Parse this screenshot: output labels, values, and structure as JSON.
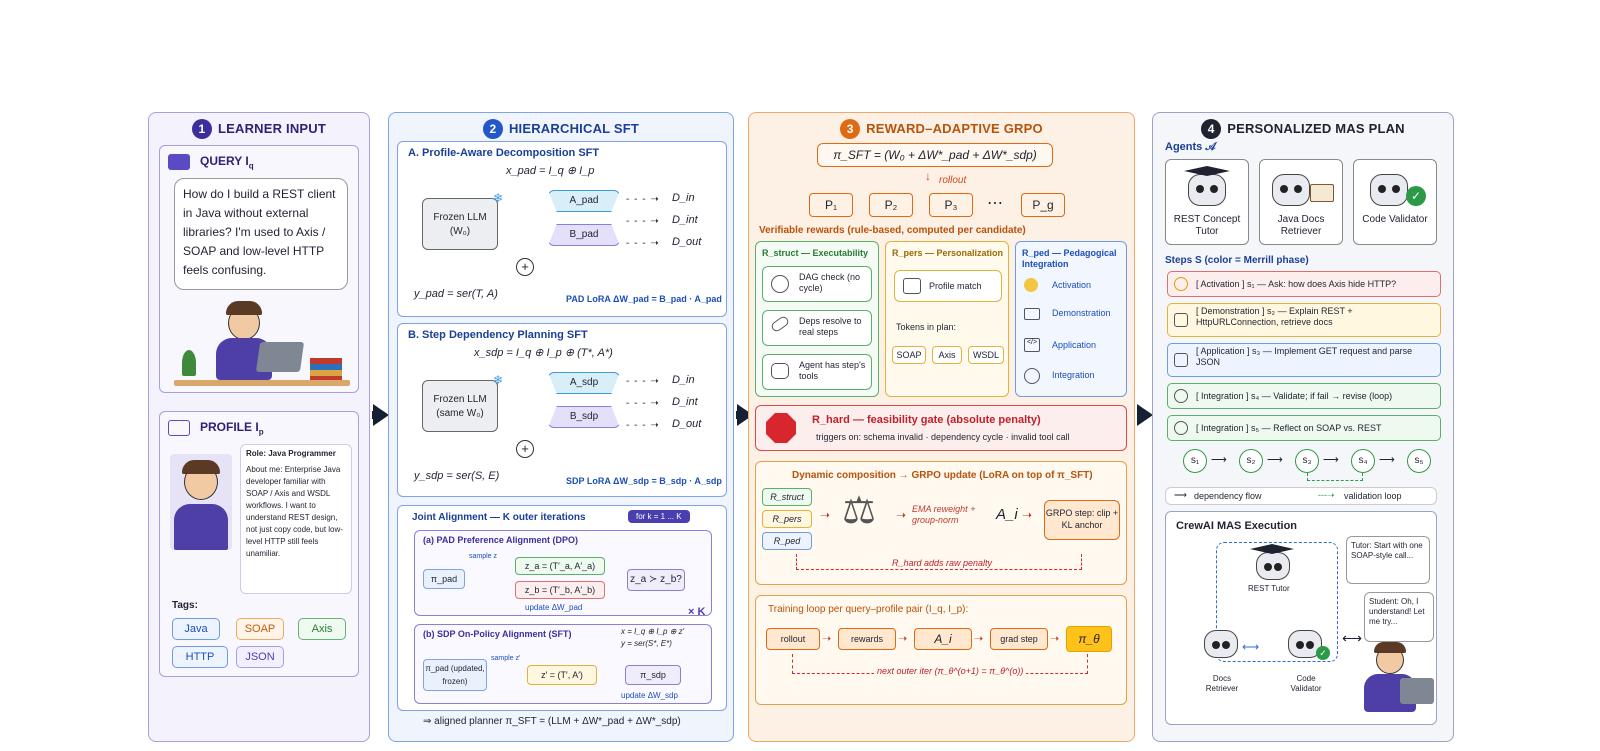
{
  "panel1": {
    "number": "1",
    "title": "LEARNER INPUT",
    "query_title": "QUERY",
    "query_sub": "q",
    "query_text": "How do I build a REST client in Java without external libraries? I'm used to Axis / SOAP and low-level HTTP feels confusing.",
    "profile_title": "PROFILE",
    "profile_sub": "p",
    "role": "Role: Java Programmer",
    "about": "About me: Enterprise Java developer familiar with SOAP / Axis and WSDL workflows. I want to understand REST design, not just copy code, but low-level HTTP still feels unamiliar.",
    "tags_label": "Tags:",
    "tags": [
      "Java",
      "SOAP",
      "Axis",
      "HTTP",
      "JSON"
    ]
  },
  "panel2": {
    "number": "2",
    "title": "HIERARCHICAL SFT",
    "a_title": "A. Profile-Aware Decomposition SFT",
    "a_input": "x_pad = I_q ⊕ I_p",
    "frozen_a": "Frozen LLM (W₀)",
    "a_pad": "A_pad",
    "b_pad": "B_pad",
    "d_in": "D_in",
    "d_int": "D_int",
    "d_out": "D_out",
    "a_output": "y_pad = ser(T, A)",
    "a_lora": "PAD LoRA  ΔW_pad = B_pad · A_pad",
    "b_title": "B. Step Dependency Planning SFT",
    "b_input": "x_sdp = I_q ⊕ I_p ⊕ (T*, A*)",
    "frozen_b": "Frozen LLM (same W₀)",
    "a_sdp": "A_sdp",
    "b_sdp": "B_sdp",
    "b_output": "y_sdp = ser(S, E)",
    "b_lora": "SDP LoRA  ΔW_sdp = B_sdp · A_sdp",
    "joint_title": "Joint Alignment — K outer iterations",
    "joint_badge": "for k = 1 ... K",
    "dpo_title": "(a) PAD Preference Alignment (DPO)",
    "sample_z": "sample z",
    "pi_pad": "π_pad",
    "za": "z_a = (T′_a, A′_a)",
    "zb": "z_b = (T′_b, A′_b)",
    "zcmp": "z_a ≻ z_b?",
    "update_pad": "update ΔW_pad",
    "xk": "× K",
    "sdp_title": "(b) SDP On-Policy Alignment (SFT)",
    "pi_pad_frozen": "π_pad (updated, frozen)",
    "sample_zp": "sample z′",
    "zp": "z′ = (T′, A′)",
    "x_def": "x = I_q ⊕ I_p ⊕ z′",
    "y_def": "y = ser(S*, E*)",
    "pi_sdp": "π_sdp",
    "update_sdp": "update ΔW_sdp",
    "aligned": "⇒ aligned planner π_SFT = (LLM + ΔW*_pad + ΔW*_sdp)"
  },
  "panel3": {
    "number": "3",
    "title": "REWARD–ADAPTIVE GRPO",
    "pi_sft": "π_SFT = (W₀ + ΔW*_pad + ΔW*_sdp)",
    "rollout": "rollout",
    "plans": [
      "P₁",
      "P₂",
      "P₃",
      "⋯",
      "P_g"
    ],
    "verifiable": "Verifiable rewards (rule-based, computed per candidate)",
    "rstruct_title": "R_struct — Executability",
    "rstruct_items": [
      "DAG check (no cycle)",
      "Deps resolve to real steps",
      "Agent has step's tools"
    ],
    "rpers_title": "R_pers — Personalization",
    "profile_match": "Profile match",
    "tokens_label": "Tokens in plan:",
    "tokens": [
      "SOAP",
      "Axis",
      "WSDL"
    ],
    "rped_title": "R_ped — Pedagogical Integration",
    "rped_items": [
      "Activation",
      "Demonstration",
      "Application",
      "Integration"
    ],
    "rhard_title": "R_hard — feasibility gate (absolute penalty)",
    "rhard_triggers": "triggers on:  schema invalid · dependency cycle · invalid tool call",
    "dyn_title": "Dynamic composition → GRPO update (LoRA on top of π_SFT)",
    "dyn_inputs": [
      "R_struct",
      "R_pers",
      "R_ped"
    ],
    "ema": "EMA reweight + group-norm",
    "ai": "A_i",
    "grpo_step": "GRPO step: clip + KL anchor",
    "rhard_note": "R_hard adds raw penalty",
    "train_title": "Training loop per query–profile pair (I_q, I_p):",
    "train_steps": [
      "rollout",
      "rewards",
      "A_i",
      "grad step",
      "π_θ"
    ],
    "next_iter": "next outer iter (π_θ^(o+1) = π_θ^(o))"
  },
  "panel4": {
    "number": "4",
    "title": "PERSONALIZED MAS PLAN",
    "agents_label": "Agents  𝒜",
    "agents": [
      "REST Concept Tutor",
      "Java Docs Retriever",
      "Code Validator"
    ],
    "steps_label": "Steps  S  (color = Merrill phase)",
    "steps": [
      "[ Activation ] s₁ — Ask: how does Axis hide HTTP?",
      "[ Demonstration ] s₂ — Explain REST + HttpURLConnection, retrieve docs",
      "[ Application ] s₃ — Implement GET request and parse JSON",
      "[ Integration ] s₄ — Validate; if fail → revise (loop)",
      "[ Integration ] s₅ — Reflect on SOAP vs. REST"
    ],
    "dag_nodes": [
      "s₁",
      "s₂",
      "s₃",
      "s₄",
      "s₅"
    ],
    "legend_dep": "dependency flow",
    "legend_val": "validation loop",
    "exec_title": "CrewAI MAS Execution",
    "rest_tutor": "REST Tutor",
    "docs": "Docs Retriever",
    "validator": "Code Validator",
    "tutor_bubble": "Tutor: Start with one SOAP-style call...",
    "student_bubble": "Student: Oh, I understand! Let me try..."
  },
  "colors": {
    "p1": "#4b3fb0",
    "p2": "#2157c9",
    "p3": "#e06a14",
    "p4": "#1f2230"
  }
}
